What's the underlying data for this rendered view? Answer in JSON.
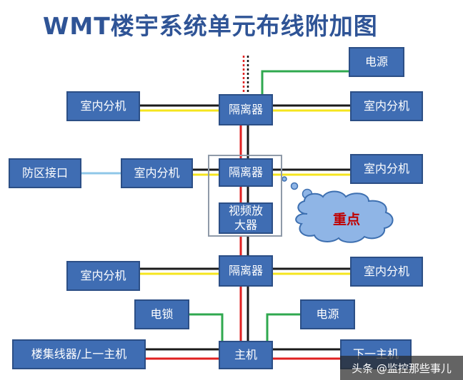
{
  "title": "WMT楼宇系统单元布线附加图",
  "colors": {
    "box_fill": "#3f6db3",
    "wire_red": "#e02020",
    "wire_black": "#1a1a1a",
    "wire_yellow": "#f5e51e",
    "wire_green": "#2fa84f",
    "wire_blue": "#8fc7e8",
    "cloud_fill": "#8fb5e6",
    "highlight_text": "#c00000"
  },
  "nodes": {
    "power_top": "电源",
    "indoor_left_1": "室内分机",
    "isolator_1": "隔离器",
    "indoor_right_1": "室内分机",
    "zone_interface": "防区接口",
    "indoor_left_2": "室内分机",
    "isolator_2": "隔离器",
    "indoor_right_2": "室内分机",
    "video_amp": "视频放\n大器",
    "highlight": "重点",
    "indoor_left_3": "室内分机",
    "isolator_3": "隔离器",
    "indoor_right_3": "室内分机",
    "elock": "电锁",
    "power_bottom": "电源",
    "connector": "楼集线器/上一主机",
    "host": "主机",
    "next_host": "下一主机"
  },
  "watermark": "头条 @监控那些事儿"
}
